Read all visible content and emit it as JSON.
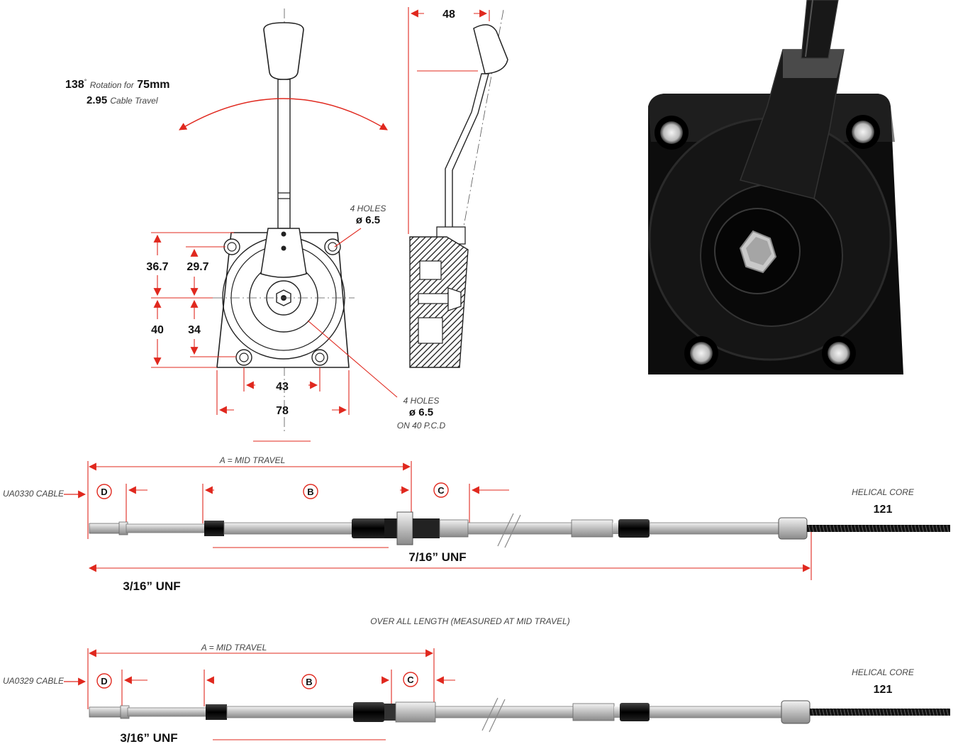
{
  "colors": {
    "dimension": "#e0281e",
    "drawing": "#222222",
    "metal": "#cfcfcf",
    "dark_part": "#111111",
    "photo_body": "#0d0d0d"
  },
  "lever_front": {
    "rotation_value": "138",
    "rotation_degree": "°",
    "rotation_text": "Rotation for",
    "travel_mm": "75mm",
    "travel_in": "2.95",
    "travel_text": "Cable Travel",
    "top_holes_label": "4 HOLES",
    "top_holes_dia": "ø 6.5",
    "dim_36_7": "36.7",
    "dim_29_7": "29.7",
    "dim_40": "40",
    "dim_34": "34",
    "dim_43": "43",
    "dim_78": "78",
    "bottom_holes_label": "4 HOLES",
    "bottom_holes_dia": "ø 6.5",
    "bottom_holes_pcd": "ON 40 P.C.D"
  },
  "lever_side": {
    "dim_48": "48"
  },
  "cable_1": {
    "name": "UA0330 CABLE",
    "a_label": "A = MID TRAVEL",
    "marker_d": "D",
    "marker_b": "B",
    "marker_c": "C",
    "thread_mid": "7/16” UNF",
    "thread_end": "3/16” UNF",
    "core_label": "HELICAL CORE",
    "core_value": "121"
  },
  "overall_length_label": "OVER ALL LENGTH (MEASURED AT MID TRAVEL)",
  "cable_2": {
    "name": "UA0329 CABLE",
    "a_label": "A = MID TRAVEL",
    "marker_d": "D",
    "marker_b": "B",
    "marker_c": "C",
    "thread_end": "3/16” UNF",
    "core_label": "HELICAL CORE",
    "core_value": "121"
  }
}
